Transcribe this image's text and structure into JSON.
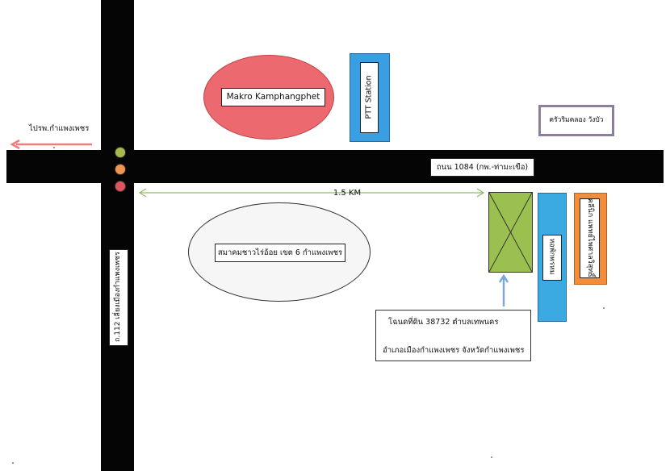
{
  "map": {
    "roads": {
      "horizontal_label": "ถนน 1084 (กพ.-ท่ามะเขือ)",
      "vertical_label": "ถ.112 เลี่ยงเมืองกำแพงเพชร",
      "color": "#050505"
    },
    "direction_arrow": {
      "label": "ไปรพ.กำแพงเพชร",
      "color": "#f07a7e"
    },
    "traffic_light": {
      "colors": [
        "#a8b84e",
        "#ef9550",
        "#e0555d"
      ]
    },
    "distance": {
      "label": "1.5 KM",
      "color": "#8fbc6a"
    },
    "landmarks": {
      "makro": {
        "label": "Makro Kamphangphet",
        "color": "#ec6a6f"
      },
      "ptt": {
        "label": "PTT Station",
        "color": "#3a9ee2"
      },
      "krua": {
        "label": "ครัวริมคลอง วังบัว",
        "color": "#8c7f9e"
      },
      "association": {
        "label": "สมาคมชาวไร่อ้อย เขต 6  กำแพงเพชร",
        "color": "#f6f6f6"
      },
      "blue_building": {
        "label": "หอพักพรหม",
        "color": "#3ba9e2"
      },
      "clinic": {
        "label": "คลีนิก แพทย์ไพศาลวิสุทธิ์",
        "color": "#f28d3c"
      },
      "land_plot": {
        "color": "#9cc050"
      }
    },
    "deed": {
      "line1": "โฉนดที่ดิน 38732  ตำบลเทพนคร",
      "line2": "อำเภอเมืองกำแพงเพชร จังหวัดกำแพงเพชร",
      "arrow_color": "#7aa8d8"
    }
  }
}
